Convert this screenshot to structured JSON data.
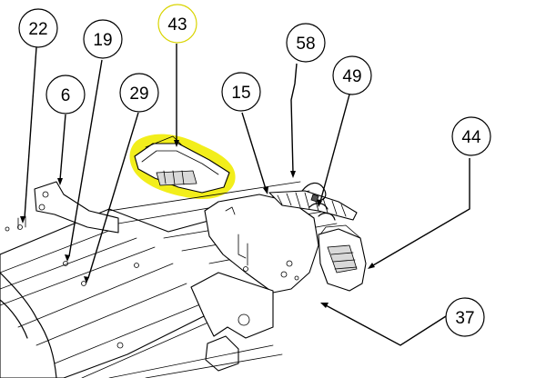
{
  "highlight_color": "#f2ee1b",
  "callouts": [
    {
      "id": "22",
      "label": "22"
    },
    {
      "id": "19",
      "label": "19"
    },
    {
      "id": "6",
      "label": "6"
    },
    {
      "id": "29",
      "label": "29"
    },
    {
      "id": "43",
      "label": "43",
      "highlighted": true
    },
    {
      "id": "15",
      "label": "15"
    },
    {
      "id": "58",
      "label": "58"
    },
    {
      "id": "49",
      "label": "49"
    },
    {
      "id": "44",
      "label": "44"
    },
    {
      "id": "37",
      "label": "37"
    }
  ]
}
